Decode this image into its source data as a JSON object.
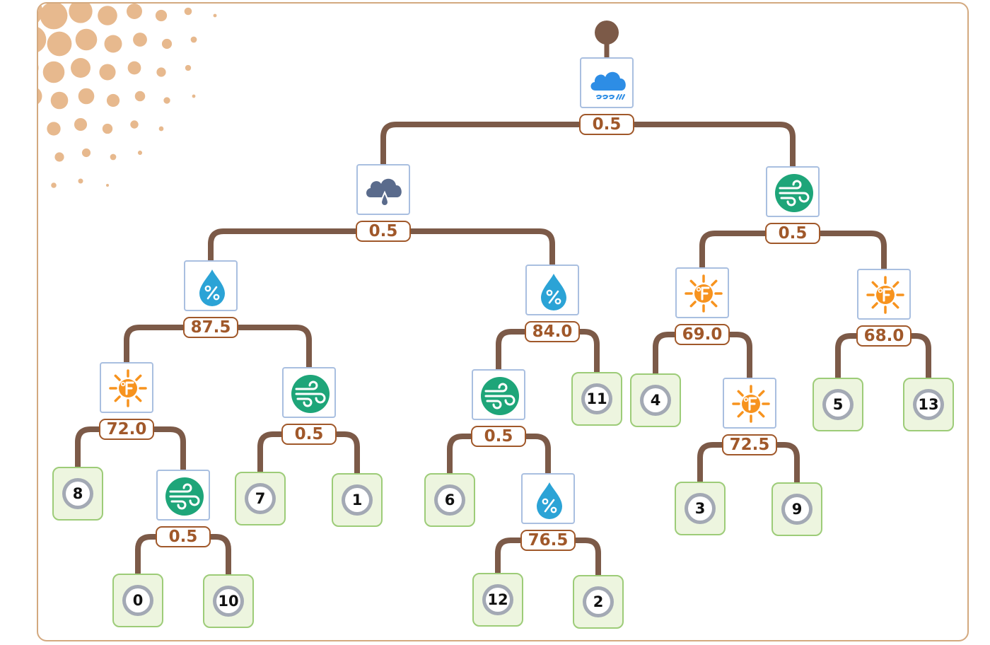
{
  "feature_icons": {
    "rain": "rain-cloud-icon",
    "cloud": "cloud-drop-icon",
    "wind": "wind-icon",
    "humidity": "humidity-icon",
    "temp": "temperature-f-icon"
  },
  "colors": {
    "edge": "#7c5a48",
    "frame": "#d3a97f",
    "decoration": "#e7b98e",
    "threshold_text": "#a0582a",
    "node_border": "#a9bfe0",
    "leaf_fill": "#edf5df",
    "leaf_border": "#9dcc78",
    "leaf_ring": "#a3a9b4",
    "rain_icon": "#2d8de5",
    "cloud_icon": "#5a6b8c",
    "wind_icon": "#1ea579",
    "humidity_icon": "#2ba3d6",
    "temp_icon": "#f7931e"
  },
  "tree": {
    "nodes": [
      {
        "id": "n0",
        "feature": "rain",
        "threshold": "0.5",
        "children": [
          "n1",
          "n2"
        ]
      },
      {
        "id": "n1",
        "feature": "cloud",
        "threshold": "0.5",
        "children": [
          "n3",
          "n4"
        ]
      },
      {
        "id": "n2",
        "feature": "wind",
        "threshold": "0.5",
        "children": [
          "n5",
          "n6"
        ]
      },
      {
        "id": "n3",
        "feature": "humidity",
        "threshold": "87.5",
        "children": [
          "n7",
          "n8"
        ]
      },
      {
        "id": "n4",
        "feature": "humidity",
        "threshold": "84.0",
        "children": [
          "n9",
          "l11"
        ]
      },
      {
        "id": "n5",
        "feature": "temp",
        "threshold": "69.0",
        "children": [
          "l4",
          "n10"
        ]
      },
      {
        "id": "n6",
        "feature": "temp",
        "threshold": "68.0",
        "children": [
          "l5",
          "l13"
        ]
      },
      {
        "id": "n7",
        "feature": "temp",
        "threshold": "72.0",
        "children": [
          "l8",
          "n11"
        ]
      },
      {
        "id": "n8",
        "feature": "wind",
        "threshold": "0.5",
        "children": [
          "l7",
          "l1"
        ]
      },
      {
        "id": "n9",
        "feature": "wind",
        "threshold": "0.5",
        "children": [
          "l6",
          "n12"
        ]
      },
      {
        "id": "n10",
        "feature": "temp",
        "threshold": "72.5",
        "children": [
          "l3",
          "l9"
        ]
      },
      {
        "id": "n11",
        "feature": "wind",
        "threshold": "0.5",
        "children": [
          "l0",
          "l10"
        ]
      },
      {
        "id": "n12",
        "feature": "humidity",
        "threshold": "76.5",
        "children": [
          "l12",
          "l2"
        ]
      }
    ],
    "leaves": [
      {
        "id": "l0",
        "label": "0"
      },
      {
        "id": "l1",
        "label": "1"
      },
      {
        "id": "l2",
        "label": "2"
      },
      {
        "id": "l3",
        "label": "3"
      },
      {
        "id": "l4",
        "label": "4"
      },
      {
        "id": "l5",
        "label": "5"
      },
      {
        "id": "l6",
        "label": "6"
      },
      {
        "id": "l7",
        "label": "7"
      },
      {
        "id": "l8",
        "label": "8"
      },
      {
        "id": "l9",
        "label": "9"
      },
      {
        "id": "l10",
        "label": "10"
      },
      {
        "id": "l11",
        "label": "11"
      },
      {
        "id": "l12",
        "label": "12"
      },
      {
        "id": "l13",
        "label": "13"
      }
    ]
  }
}
